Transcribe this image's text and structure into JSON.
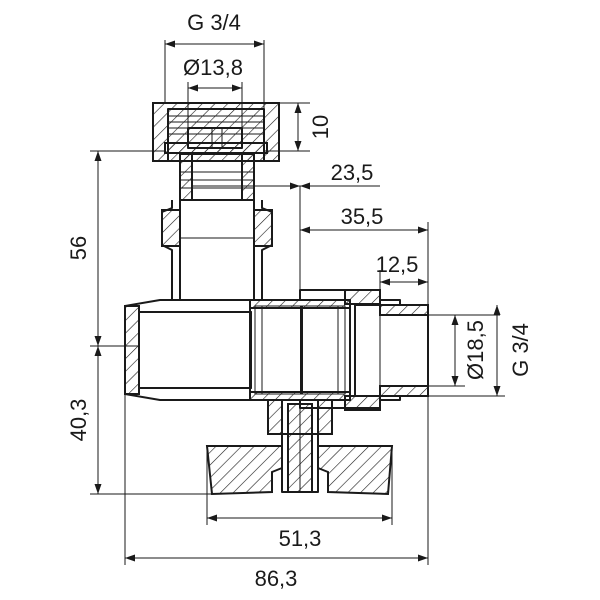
{
  "drawing": {
    "dimensions": {
      "top_thread": "G 3/4",
      "top_bore": "Ø13,8",
      "nut_height": "10",
      "offset_23_5": "23,5",
      "offset_35_5": "35,5",
      "thread_length": "12,5",
      "height_56": "56",
      "height_40_3": "40,3",
      "outlet_bore": "Ø18,5",
      "outlet_thread": "G 3/4",
      "handle_width": "51,3",
      "overall_width": "86,3"
    },
    "colors": {
      "line": "#1a1a1a",
      "background": "#ffffff"
    }
  }
}
